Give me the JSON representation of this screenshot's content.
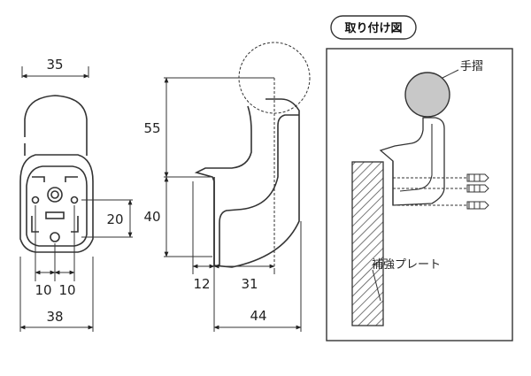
{
  "front_view": {
    "width_top": "35",
    "width_bottom": "38",
    "hole_spacing_left": "10",
    "hole_spacing_right": "10",
    "hole_height": "20"
  },
  "side_view": {
    "height_upper": "55",
    "height_lower": "40",
    "depth_plate": "12",
    "depth_arm": "31",
    "depth_total": "44"
  },
  "install_panel": {
    "title": "取り付け図",
    "handrail_label": "手摺",
    "plate_label": "補強プレート"
  },
  "colors": {
    "line": "#333333",
    "handrail_fill": "#c8c8c8",
    "plate_hatch": "#555555"
  }
}
